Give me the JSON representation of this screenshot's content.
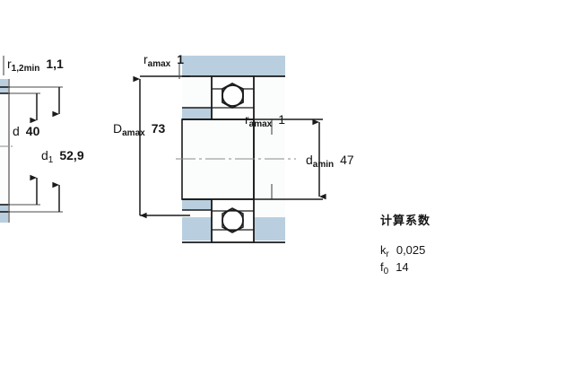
{
  "drawing": {
    "title": "Deep groove ball bearing dimension diagram",
    "colors": {
      "shaft_fill": "#b9cfdf",
      "line": "#1a1a1a",
      "body_fill": "#fbfcfc",
      "background": "#ffffff",
      "centerline": "#8a8a8a"
    }
  },
  "left_view": {
    "fillet_radius": {
      "symbol": "r",
      "subscript": "1,2min",
      "value": "1,1"
    },
    "bore_diameter": {
      "symbol": "d",
      "subscript": "",
      "value": "40"
    },
    "shoulder_diameter": {
      "symbol": "d",
      "subscript": "1",
      "value": "52,9"
    }
  },
  "main_view": {
    "housing_fillet_top": {
      "symbol": "r",
      "subscript": "amax",
      "value": "1"
    },
    "housing_shoulder_diameter": {
      "symbol": "D",
      "subscript": "amax",
      "value": "73"
    },
    "shaft_fillet": {
      "symbol": "r",
      "subscript": "amax",
      "value": "1"
    },
    "shaft_shoulder_diameter": {
      "symbol": "d",
      "subscript": "amin",
      "value": "47"
    }
  },
  "calculation_factors": {
    "heading": "计算系数",
    "rows": [
      {
        "symbol": "k",
        "subscript": "r",
        "value": "0,025"
      },
      {
        "symbol": "f",
        "subscript": "0",
        "value": "14"
      }
    ]
  }
}
